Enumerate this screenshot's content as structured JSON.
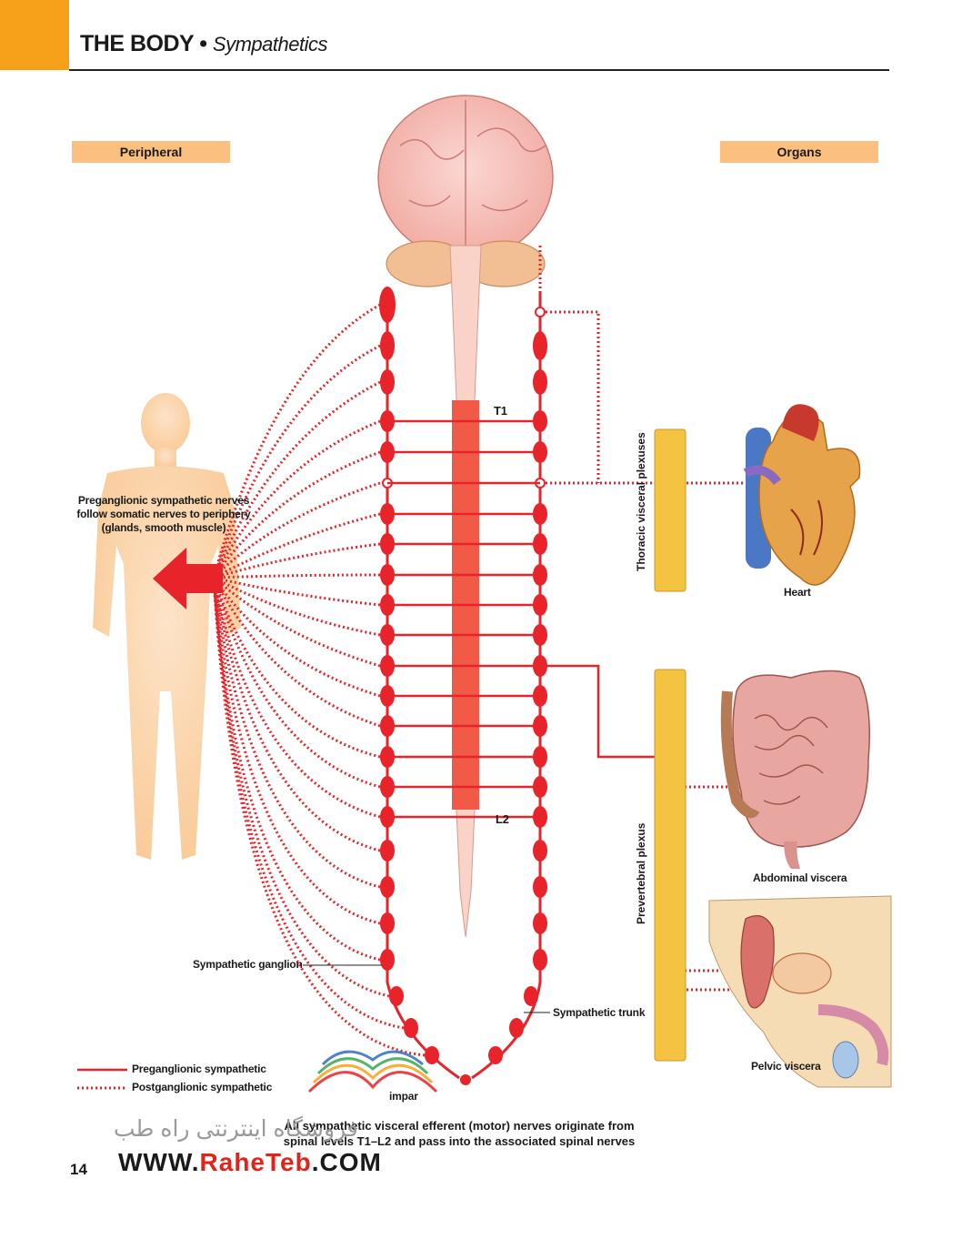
{
  "header": {
    "title": "THE BODY",
    "bullet": "•",
    "subtitle": "Sympathetics"
  },
  "tags": {
    "left": "Peripheral",
    "right": "Organs"
  },
  "labels": {
    "t1": "T1",
    "l2": "L2",
    "preganglionic_note": [
      "Preganglionic sympathetic nerves",
      "follow somatic nerves to periphery",
      "(glands, smooth muscle)"
    ],
    "thoracic_plexus": "Thoracic visceral plexuses",
    "prevertebral_plexus": "Prevertebral plexus",
    "heart": "Heart",
    "abdominal": "Abdominal viscera",
    "pelvic": "Pelvic viscera",
    "sympathetic_ganglion": "Sympathetic ganglion",
    "sympathetic_trunk": "Sympathetic trunk",
    "ganglion_impar": "impar"
  },
  "legend": {
    "pre": "Preganglionic sympathetic",
    "post": "Postganglionic sympathetic"
  },
  "caption": {
    "line1": "All sympathetic visceral efferent (motor) nerves originate from",
    "line2": "spinal levels T1–L2 and pass into the associated spinal nerves"
  },
  "page_number": "14",
  "watermark": {
    "url_a": "WWW.",
    "url_b": "RaheTeb",
    "url_c": ".COM",
    "persian": "فروشگاه اینترنتی راه طب"
  },
  "colors": {
    "nerve": "#e8232a",
    "accent": "#f7a11a",
    "tag": "#fbc07f",
    "plexus": "#f5c342",
    "skin": "#fbd3a8"
  }
}
